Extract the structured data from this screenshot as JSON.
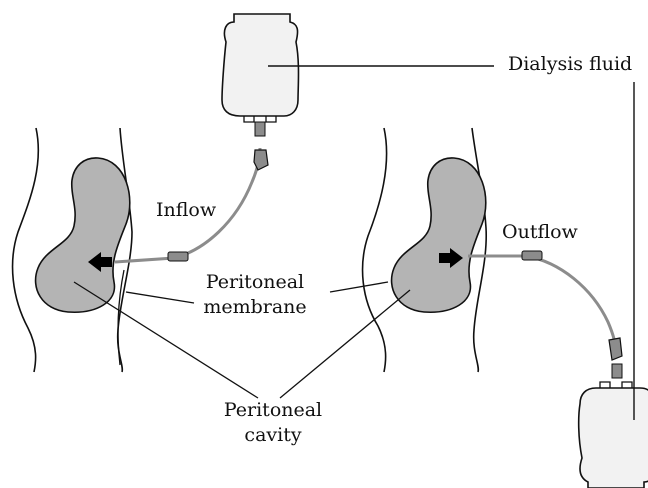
{
  "labels": {
    "dialysis_fluid": "Dialysis fluid",
    "inflow": "Inflow",
    "outflow": "Outflow",
    "peritoneal_membrane": [
      "Peritoneal",
      "membrane"
    ],
    "peritoneal_cavity": [
      "Peritoneal",
      "cavity"
    ]
  },
  "colors": {
    "cavity_fill": "#b4b4b4",
    "tube": "#8c8c8c",
    "bag_fill": "#f2f2f2",
    "outline": "#111111"
  }
}
